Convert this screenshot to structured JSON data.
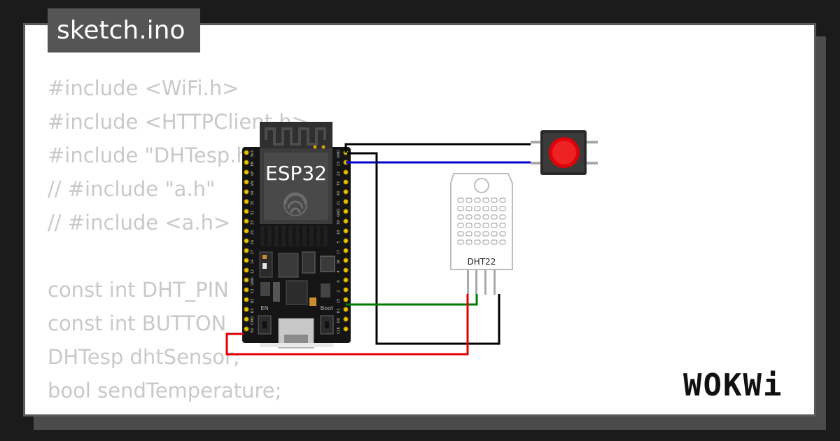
{
  "file_tab": {
    "label": "sketch.ino"
  },
  "code_lines": [
    "#include <WiFi.h>",
    "#include <HTTPClient.h>",
    "#include \"DHTesp.h\"",
    "// #include \"a.h\"",
    "// #include <a.h>",
    "",
    "const int DHT_PIN",
    "const int BUTTON",
    "DHTesp dhtSensor;",
    "bool sendTemperature;"
  ],
  "board": {
    "label": "ESP32",
    "en_label": "EN",
    "boot_label": "Boot",
    "left_pins": [
      "3V3",
      "EN",
      "VP",
      "VN",
      "34",
      "35",
      "32",
      "33",
      "25",
      "26",
      "27",
      "14",
      "12",
      "GND",
      "13",
      "D2",
      "D3",
      "CMD",
      "5V"
    ],
    "right_pins": [
      "GND",
      "23",
      "22",
      "TX",
      "RX",
      "21",
      "GND",
      "19",
      "18",
      "5",
      "17",
      "16",
      "4",
      "0",
      "2",
      "15",
      "D1",
      "D0",
      "CLK"
    ]
  },
  "sensor": {
    "label": "DHT22"
  },
  "brand": {
    "name": "WOKWi"
  },
  "colors": {
    "background": "#1b1b1b",
    "card": "#ffffff",
    "wire_black": "#000000",
    "wire_blue": "#0000cc",
    "wire_green": "#007a00",
    "wire_red": "#e00000",
    "button_cap": "#e0000a"
  },
  "icons": [
    "espressif-logo-icon",
    "wifi-antenna-icon"
  ]
}
